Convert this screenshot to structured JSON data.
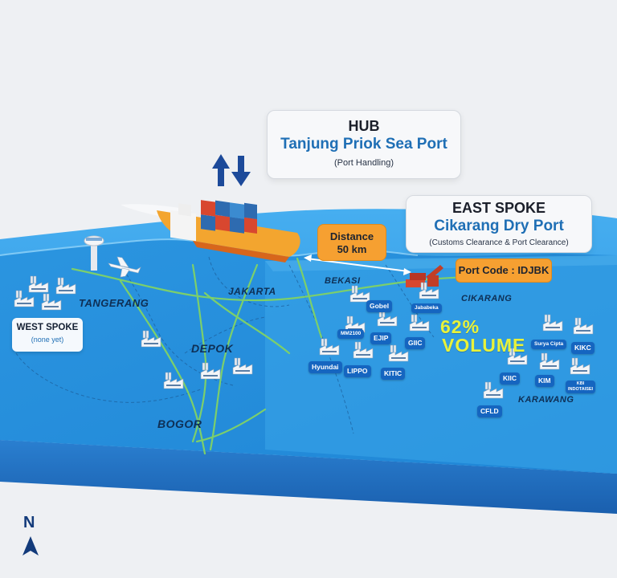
{
  "hub": {
    "heading": "HUB",
    "name": "Tanjung Priok Sea Port",
    "detail": "(Port Handling)"
  },
  "east_spoke": {
    "heading": "EAST SPOKE",
    "name": "Cikarang Dry Port",
    "detail": "(Customs Clearance & Port Clearance)",
    "port_code": "Port Code : IDJBK"
  },
  "distance": {
    "label": "Distance",
    "value": "50 km"
  },
  "west_spoke": {
    "heading": "WEST SPOKE",
    "detail": "(none yet)"
  },
  "volume": {
    "percent": "62%",
    "label": "VOLUME"
  },
  "regions": {
    "tangerang": "TANGERANG",
    "jakarta": "JAKARTA",
    "bekasi": "BEKASI",
    "cikarang": "CIKARANG",
    "depok": "DEPOK",
    "bogor": "BOGOR",
    "karawang": "KARAWANG"
  },
  "industrial_estates": {
    "gobel": "Gobel",
    "jababeka": "Jababeka",
    "mm2100": "MM2100",
    "ejip": "EJIP",
    "giic": "GIIC",
    "hyundai": "Hyundai",
    "lippo": "LIPPO",
    "kitic": "KITIC",
    "surya_cipta": "Surya Cipta",
    "kikc": "KIKC",
    "kiic": "KIIC",
    "kim": "KIM",
    "kbi_line1": "KBI",
    "kbi_line2": "INDOTAISEI",
    "cfld": "CFLD"
  },
  "compass": {
    "letter": "N"
  },
  "colors": {
    "sea": "#2f9be0",
    "land": "#2790dd",
    "east_zone": "#3aa6ea",
    "base_edge": "#1d6fc2",
    "accent_orange": "#f6a031",
    "road": "#7ccf6b",
    "volume_text": "#e8f23a",
    "pill_blue": "#1565c0"
  },
  "icons": [
    "up-down-arrows-icon",
    "cargo-ship-icon",
    "control-tower-icon",
    "airplane-icon",
    "factory-icon",
    "container-depot-icon",
    "north-arrow-icon"
  ]
}
